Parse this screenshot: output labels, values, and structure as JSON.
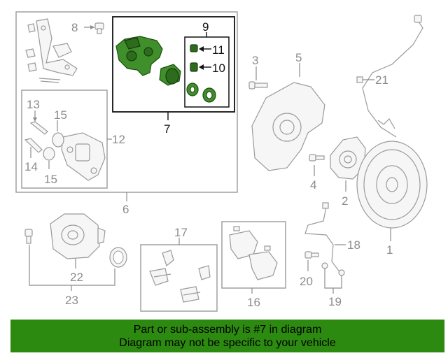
{
  "callouts": {
    "c1": "1",
    "c2": "2",
    "c3": "3",
    "c4": "4",
    "c5": "5",
    "c6": "6",
    "c7": "7",
    "c8": "8",
    "c9": "9",
    "c10": "10",
    "c11": "11",
    "c12": "12",
    "c13": "13",
    "c14": "14",
    "c15a": "15",
    "c15b": "15",
    "c16": "16",
    "c17": "17",
    "c18": "18",
    "c19": "19",
    "c20": "20",
    "c21": "21",
    "c22": "22",
    "c23": "23"
  },
  "banner": {
    "line1": "Part or sub-assembly is #7 in diagram",
    "line2": "Diagram may not be specific to your vehicle"
  },
  "colors": {
    "highlight_part": "#3f8f2a",
    "banner_background": "#2d8a10",
    "line_gray": "#8c8c8c"
  }
}
